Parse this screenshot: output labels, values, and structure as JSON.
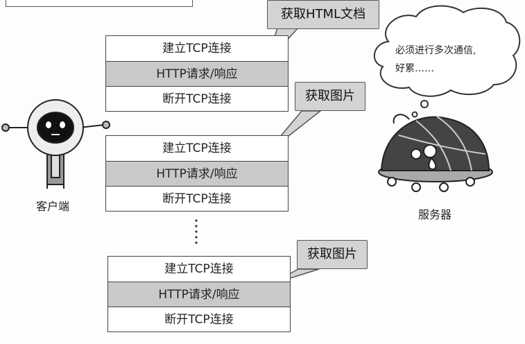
{
  "groups": [
    {
      "rows": [
        "建立TCP连接",
        "HTTP请求/响应",
        "断开TCP连接"
      ],
      "callout": "获取HTML文档"
    },
    {
      "rows": [
        "建立TCP连接",
        "HTTP请求/响应",
        "断开TCP连接"
      ],
      "callout": "获取图片"
    },
    {
      "rows": [
        "建立TCP连接",
        "HTTP请求/响应",
        "断开TCP连接"
      ],
      "callout": "获取图片"
    }
  ],
  "client_label": "客户端",
  "server_label": "服务器",
  "server_thought": {
    "line1": "必须进行多次通信,",
    "line2": "好累……"
  }
}
